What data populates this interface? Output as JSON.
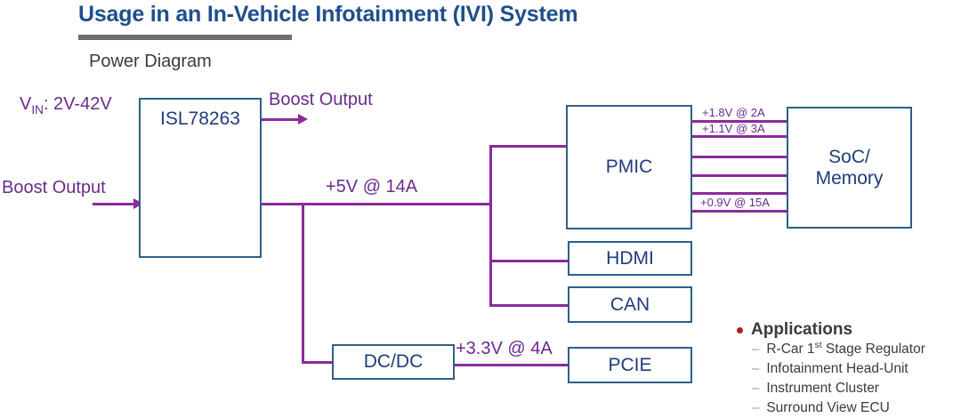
{
  "header": {
    "title": "Usage in an In-Vehicle Infotainment (IVI) System",
    "subtitle": "Power Diagram"
  },
  "colors": {
    "title_blue": "#1F4E8C",
    "box_border": "#2E5F8A",
    "box_text": "#1F3D7A",
    "wire_purple": "#8B2A9B",
    "label_purple": "#6B2A8E",
    "rule_gray": "#6E6E6E",
    "bullet_red": "#A82020",
    "body_gray": "#3B3B3B"
  },
  "diagram": {
    "blocks": {
      "isl": "ISL78263",
      "pmic": "PMIC",
      "soc_line1": "SoC/",
      "soc_line2": "Memory",
      "hdmi": "HDMI",
      "can": "CAN",
      "pcie": "PCIE",
      "dcdc": "DC/DC"
    },
    "labels": {
      "vin_prefix": "V",
      "vin_sub": "IN",
      "vin_value": ": 2V-42V",
      "boost_output_top": "Boost Output",
      "boost_output_left": "Boost Output",
      "rail_5v": "+5V @ 14A",
      "rail_3v3": "+3.3V @ 4A"
    },
    "pmic_rails": [
      "+1.8V @ 2A",
      "+1.1V @ 3A",
      "",
      "",
      "",
      "+0.9V @ 15A"
    ]
  },
  "applications": {
    "heading": "Applications",
    "items": [
      {
        "pre": "R-Car 1",
        "sup": "st",
        "post": " Stage Regulator"
      },
      {
        "pre": "Infotainment Head-Unit",
        "sup": "",
        "post": ""
      },
      {
        "pre": "Instrument Cluster",
        "sup": "",
        "post": ""
      },
      {
        "pre": "Surround View ECU",
        "sup": "",
        "post": ""
      }
    ]
  }
}
